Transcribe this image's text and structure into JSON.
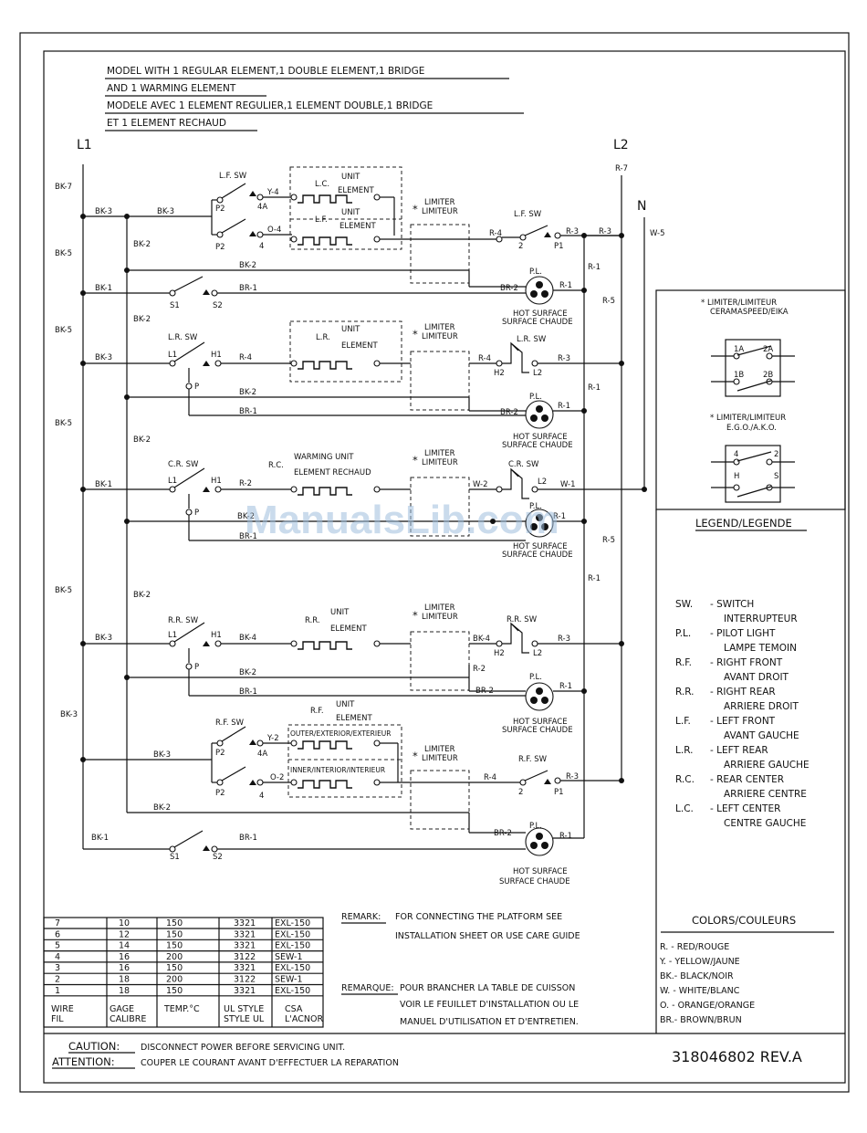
{
  "title_lines": [
    "MODEL WITH 1 REGULAR ELEMENT,1 DOUBLE ELEMENT,1 BRIDGE",
    "AND 1 WARMING ELEMENT",
    "MODELE AVEC 1 ELEMENT REGULIER,1 ELEMENT DOUBLE,1 BRIDGE",
    "ET 1 ELEMENT RECHAUD"
  ],
  "lines": {
    "l1": "L1",
    "l2": "L2",
    "n": "N"
  },
  "wires": {
    "bk7": "BK-7",
    "bk5": "BK-5",
    "bk3": "BK-3",
    "bk2": "BK-2",
    "bk1": "BK-1",
    "r7": "R-7",
    "r5": "R-5",
    "r4": "R-4",
    "r3": "R-3",
    "r2": "R-2",
    "r1": "R-1",
    "w5": "W-5",
    "w2": "W-2",
    "w1": "W-1",
    "y4": "Y-4",
    "y2": "Y-2",
    "o4": "O-4",
    "o2": "O-2",
    "br2": "BR-2",
    "br1": "BR-1",
    "bk4": "BK-4",
    "bk2b": "BK-2"
  },
  "switches": {
    "lf": "L.F. SW",
    "lr": "L.R. SW",
    "cr": "C.R. SW",
    "rr": "R.R. SW",
    "rf": "R.F. SW"
  },
  "terminals": {
    "p1": "P1",
    "p2": "P2",
    "s1": "S1",
    "s2": "S2",
    "l1": "L1",
    "l2": "L2",
    "h1": "H1",
    "h2": "H2",
    "p": "P",
    "t2": "2",
    "t4": "4",
    "t4a": "4A"
  },
  "elements": {
    "lc": "L.C.",
    "lf": "L.F.",
    "lr": "L.R.",
    "rc": "R.C.",
    "rr": "R.R.",
    "rf": "R.F.",
    "unit": "UNIT",
    "element": "ELEMENT",
    "warming_unit": "WARMING UNIT",
    "element_rechaud": "ELEMENT RECHAUD",
    "outer": "OUTER/EXTERIOR/EXTERIEUR",
    "inner": "INNER/INTERIOR/INTERIEUR"
  },
  "limiter": {
    "line1": "LIMITER",
    "line2": "LIMITEUR",
    "star": "*"
  },
  "pilot": {
    "pl": "P.L.",
    "hot": "HOT SURFACE",
    "chaude": "SURFACE CHAUDE"
  },
  "limiter_types": {
    "ceramaspeed_title": "* LIMITER/LIMITEUR",
    "ceramaspeed_sub": "CERAMASPEED/EIKA",
    "ego_title": "* LIMITER/LIMITEUR",
    "ego_sub": "E.G.O./A.K.O.",
    "terms_a": [
      "1A",
      "2A",
      "1B",
      "2B"
    ],
    "terms_b": [
      "4",
      "2",
      "H",
      "S"
    ]
  },
  "legend": {
    "title": "LEGEND/LEGENDE",
    "items": [
      {
        "abbr": "SW.",
        "en": "- SWITCH",
        "fr": "INTERRUPTEUR"
      },
      {
        "abbr": "P.L.",
        "en": "- PILOT LIGHT",
        "fr": "LAMPE TEMOIN"
      },
      {
        "abbr": "R.F.",
        "en": "- RIGHT FRONT",
        "fr": "AVANT DROIT"
      },
      {
        "abbr": "R.R.",
        "en": "- RIGHT REAR",
        "fr": "ARRIERE DROIT"
      },
      {
        "abbr": "L.F.",
        "en": "- LEFT FRONT",
        "fr": "AVANT GAUCHE"
      },
      {
        "abbr": "L.R.",
        "en": "- LEFT REAR",
        "fr": "ARRIERE GAUCHE"
      },
      {
        "abbr": "R.C.",
        "en": "- REAR CENTER",
        "fr": "ARRIERE CENTRE"
      },
      {
        "abbr": "L.C.",
        "en": "- LEFT CENTER",
        "fr": "CENTRE GAUCHE"
      }
    ]
  },
  "colors": {
    "title": "COLORS/COULEURS",
    "items": [
      "R. - RED/ROUGE",
      "Y. - YELLOW/JAUNE",
      "BK.- BLACK/NOIR",
      "W. - WHITE/BLANC",
      "O. - ORANGE/ORANGE",
      "BR.- BROWN/BRUN"
    ]
  },
  "wire_table": {
    "rows": [
      [
        "7",
        "10",
        "150",
        "3321",
        "EXL-150"
      ],
      [
        "6",
        "12",
        "150",
        "3321",
        "EXL-150"
      ],
      [
        "5",
        "14",
        "150",
        "3321",
        "EXL-150"
      ],
      [
        "4",
        "16",
        "200",
        "3122",
        "SEW-1"
      ],
      [
        "3",
        "16",
        "150",
        "3321",
        "EXL-150"
      ],
      [
        "2",
        "18",
        "200",
        "3122",
        "SEW-1"
      ],
      [
        "1",
        "18",
        "150",
        "3321",
        "EXL-150"
      ]
    ],
    "headers": [
      [
        "WIRE",
        "FIL"
      ],
      [
        "GAGE",
        "CALIBRE"
      ],
      [
        "TEMP.°C",
        ""
      ],
      [
        "UL STYLE",
        "STYLE UL"
      ],
      [
        "CSA",
        "L'ACNOR"
      ]
    ]
  },
  "remark": {
    "label": "REMARK:",
    "line1": "FOR CONNECTING THE PLATFORM SEE",
    "line2": "INSTALLATION SHEET OR USE CARE GUIDE",
    "label_fr": "REMARQUE:",
    "fr1": "POUR BRANCHER LA TABLE DE CUISSON",
    "fr2": "VOIR LE FEUILLET D'INSTALLATION OU LE",
    "fr3": "MANUEL D'UTILISATION ET D'ENTRETIEN."
  },
  "caution": {
    "label": "CAUTION:",
    "text": "DISCONNECT POWER BEFORE SERVICING UNIT.",
    "label_fr": "ATTENTION:",
    "text_fr": "COUPER LE COURANT AVANT D'EFFECTUER LA REPARATION"
  },
  "part_number": "318046802 REV.A",
  "watermark": "ManualsLib.com"
}
